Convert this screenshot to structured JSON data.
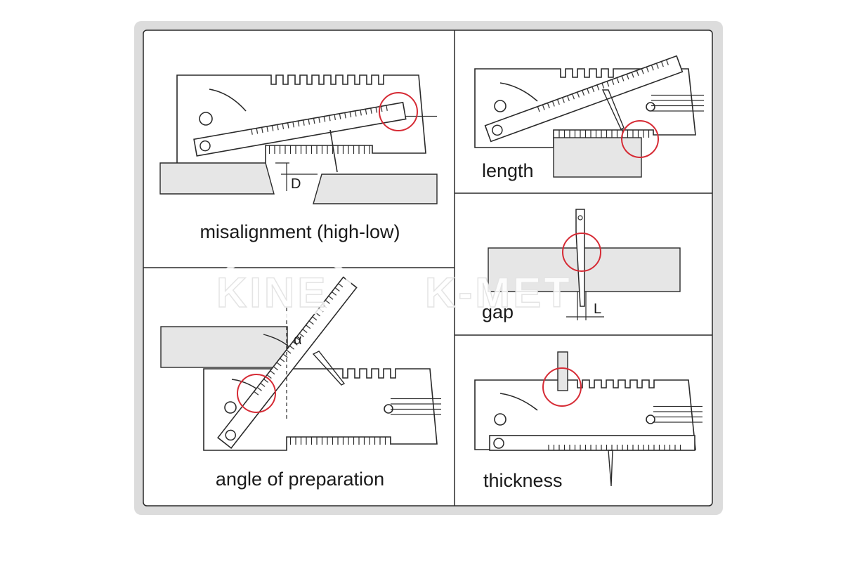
{
  "panels": {
    "misalignment": {
      "label": "misalignment (high-low)",
      "symbol": "D"
    },
    "length": {
      "label": "length"
    },
    "gap": {
      "label": "gap",
      "symbol": "L"
    },
    "angle": {
      "label": "angle of preparation",
      "symbol": "α"
    },
    "thickness": {
      "label": "thickness"
    }
  },
  "watermark": {
    "left": "KINE",
    "right": "K-MET"
  },
  "colors": {
    "frame": "#dcdcdc",
    "line": "#2a2a2a",
    "plate": "#e6e6e6",
    "highlight": "#d62b35",
    "panel_bg": "#ffffff"
  }
}
